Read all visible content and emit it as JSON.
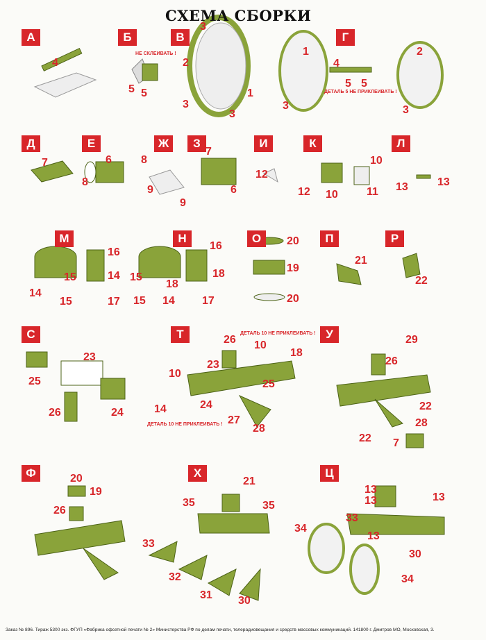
{
  "title": "СХЕМА СБОРКИ",
  "footer": "Заказ № 896. Тираж 5300 экз. ФГУП «Фабрика офсетной печати № 2» Министерства РФ по делам печати, телерадиовещания и средств массовых коммуникаций. 141800 г. Дмитров МО, Московская, 3.",
  "colors": {
    "accent": "#d8262a",
    "part_green": "#8aa33a",
    "part_dark": "#5f7a22"
  },
  "notes": [
    "НЕ СКЛЕИВАТЬ !",
    "ДЕТАЛЬ 5 НЕ ПРИКЛЕИВАТЬ !",
    "ДЕТАЛЬ 10 НЕ ПРИКЛЕИВАТЬ !",
    "ДЕТАЛЬ 10 НЕ ПРИКЛЕИВАТЬ !"
  ],
  "steps": [
    {
      "letter": "А",
      "callouts": [
        "4"
      ]
    },
    {
      "letter": "Б",
      "callouts": [
        "5",
        "5"
      ]
    },
    {
      "letter": "В",
      "callouts": [
        "3",
        "2",
        "1",
        "3",
        "3"
      ]
    },
    {
      "letter": "Г",
      "callouts": [
        "1",
        "4",
        "5",
        "5",
        "2",
        "3",
        "3"
      ]
    },
    {
      "letter": "Д",
      "callouts": [
        "7"
      ]
    },
    {
      "letter": "Е",
      "callouts": [
        "6",
        "8",
        "8"
      ]
    },
    {
      "letter": "Ж",
      "callouts": [
        "9"
      ]
    },
    {
      "letter": "З",
      "callouts": [
        "7",
        "6",
        "9"
      ]
    },
    {
      "letter": "И",
      "callouts": [
        "12"
      ]
    },
    {
      "letter": "К",
      "callouts": [
        "12",
        "10",
        "10",
        "11"
      ]
    },
    {
      "letter": "Л",
      "callouts": [
        "13",
        "13"
      ]
    },
    {
      "letter": "М",
      "callouts": [
        "16",
        "15",
        "14",
        "14",
        "15",
        "17"
      ]
    },
    {
      "letter": "Н",
      "callouts": [
        "16",
        "15",
        "18",
        "18",
        "15",
        "14",
        "17"
      ]
    },
    {
      "letter": "О",
      "callouts": [
        "20",
        "19",
        "20"
      ]
    },
    {
      "letter": "П",
      "callouts": [
        "21"
      ]
    },
    {
      "letter": "Р",
      "callouts": [
        "22"
      ]
    },
    {
      "letter": "С",
      "callouts": [
        "23",
        "25",
        "26",
        "24"
      ]
    },
    {
      "letter": "Т",
      "callouts": [
        "26",
        "10",
        "18",
        "23",
        "25",
        "10",
        "14",
        "24",
        "27",
        "28"
      ]
    },
    {
      "letter": "У",
      "callouts": [
        "29",
        "26",
        "22",
        "22",
        "28",
        "7"
      ]
    },
    {
      "letter": "Ф",
      "callouts": [
        "20",
        "19",
        "26"
      ]
    },
    {
      "letter": "Х",
      "callouts": [
        "21",
        "35",
        "35",
        "33",
        "32",
        "31",
        "30"
      ]
    },
    {
      "letter": "Ц",
      "callouts": [
        "13",
        "13",
        "13",
        "33",
        "13",
        "34",
        "30",
        "34"
      ]
    }
  ]
}
